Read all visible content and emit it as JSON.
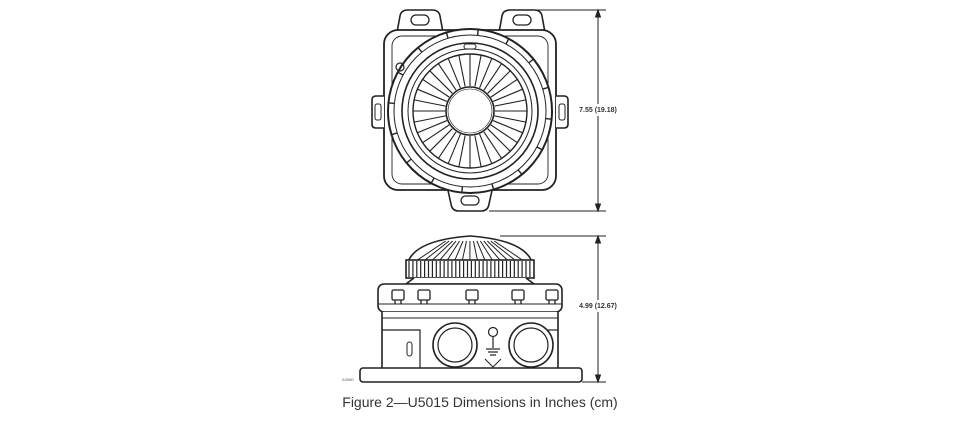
{
  "figure": {
    "caption": "Figure 2—U5015 Dimensions in Inches (cm)",
    "drawing_code": "A3080"
  },
  "dimensions": {
    "top_view_height": "7.55 (19.18)",
    "side_view_height": "4.99 (12.67)"
  },
  "colors": {
    "line": "#222222",
    "background": "#ffffff"
  }
}
